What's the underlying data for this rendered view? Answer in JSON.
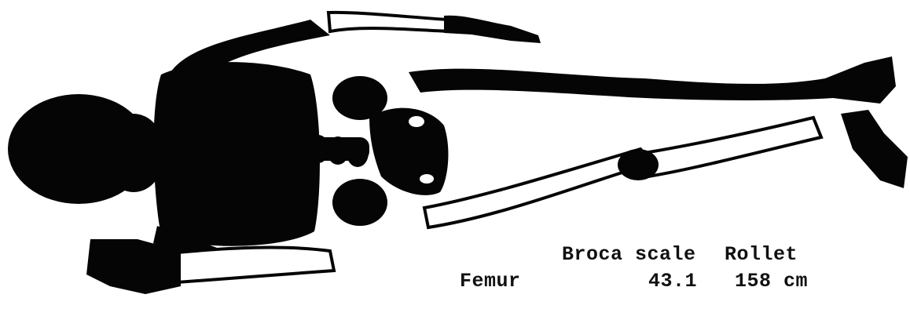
{
  "figure": {
    "subject_icon": "skeleton-silhouette-icon",
    "ink_color": "#050505",
    "paper_color": "#ffffff"
  },
  "table": {
    "headers": [
      "Broca scale",
      "Rollet"
    ],
    "rows": [
      {
        "bone": "Femur",
        "broca": "43.1",
        "rollet": "158 cm"
      }
    ]
  }
}
